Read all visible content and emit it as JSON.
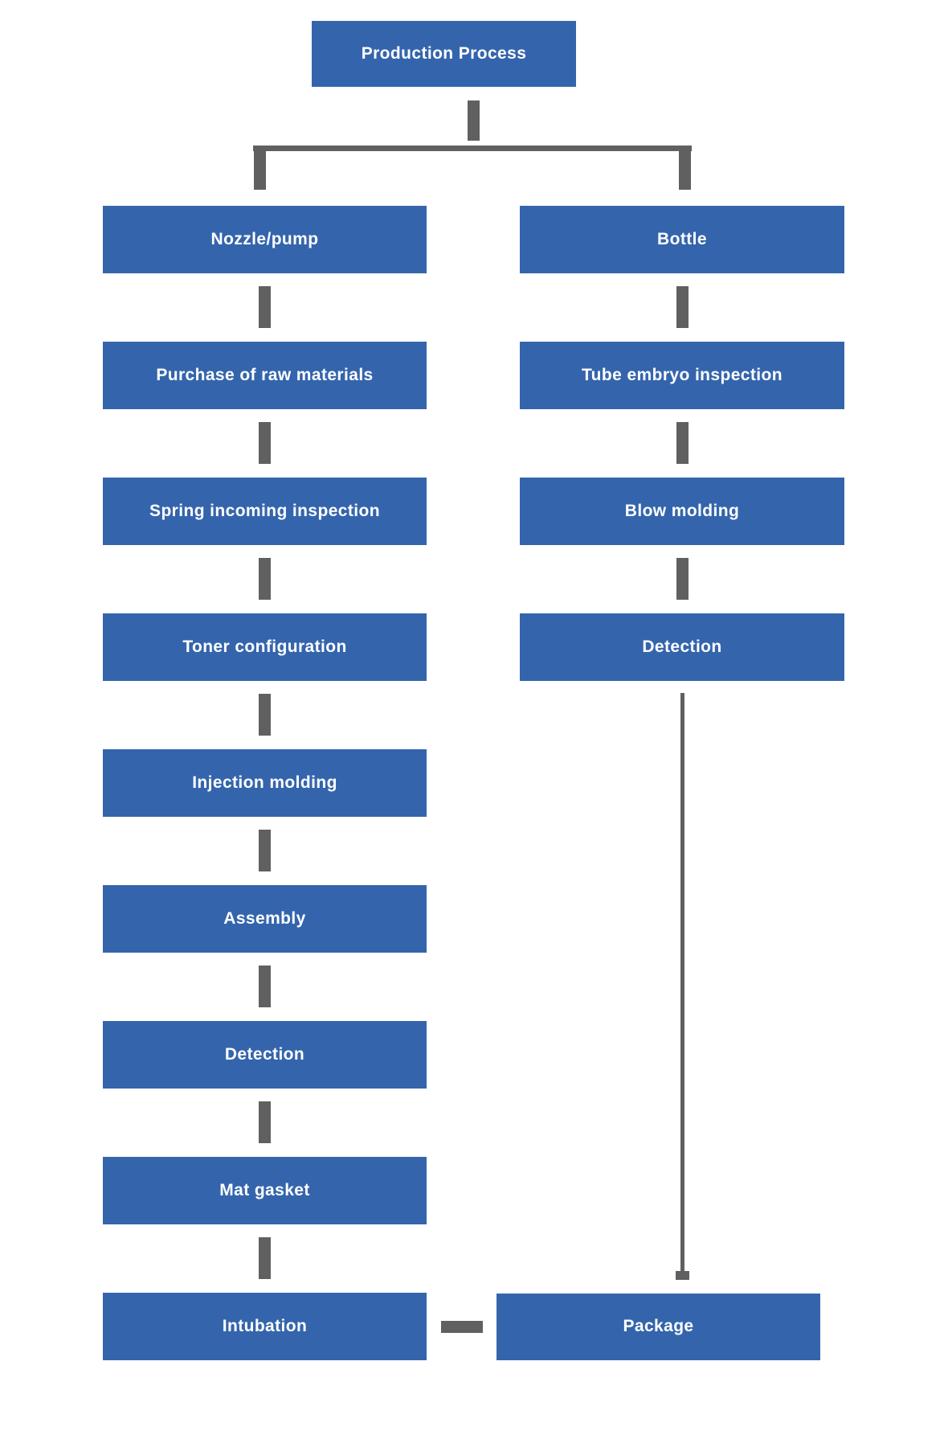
{
  "colors": {
    "canvas-bg": "#ffffff",
    "node-fill": "#3465ac",
    "node-text": "#ffffff",
    "connector": "#606060"
  },
  "flowchart": {
    "root_label": "Production Process",
    "left_branch": {
      "steps": [
        "Nozzle/pump",
        "Purchase of raw materials",
        "Spring incoming inspection",
        "Toner configuration",
        "Injection molding",
        "Assembly",
        "Detection",
        "Mat gasket",
        "Intubation"
      ]
    },
    "right_branch": {
      "steps": [
        "Bottle",
        "Tube embryo inspection",
        "Blow molding",
        "Detection"
      ]
    },
    "merge_label": "Package"
  }
}
